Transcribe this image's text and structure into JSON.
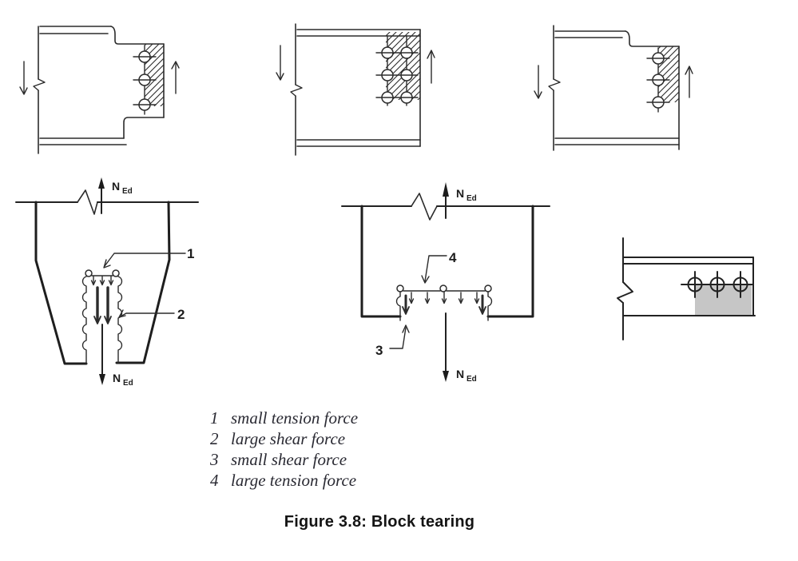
{
  "figure": {
    "caption": "Figure 3.8: Block tearing",
    "force": {
      "symbol": "N",
      "subscript": "Ed"
    },
    "callouts": {
      "n1": "1",
      "n2": "2",
      "n3": "3",
      "n4": "4"
    },
    "legend": [
      {
        "num": "1",
        "label": "small tension force"
      },
      {
        "num": "2",
        "label": "large shear force"
      },
      {
        "num": "3",
        "label": "small shear force"
      },
      {
        "num": "4",
        "label": "large tension force"
      }
    ],
    "colors": {
      "ink": "#2b2b2b",
      "shade_gray": "#c6c6c6",
      "background": "#ffffff"
    }
  }
}
